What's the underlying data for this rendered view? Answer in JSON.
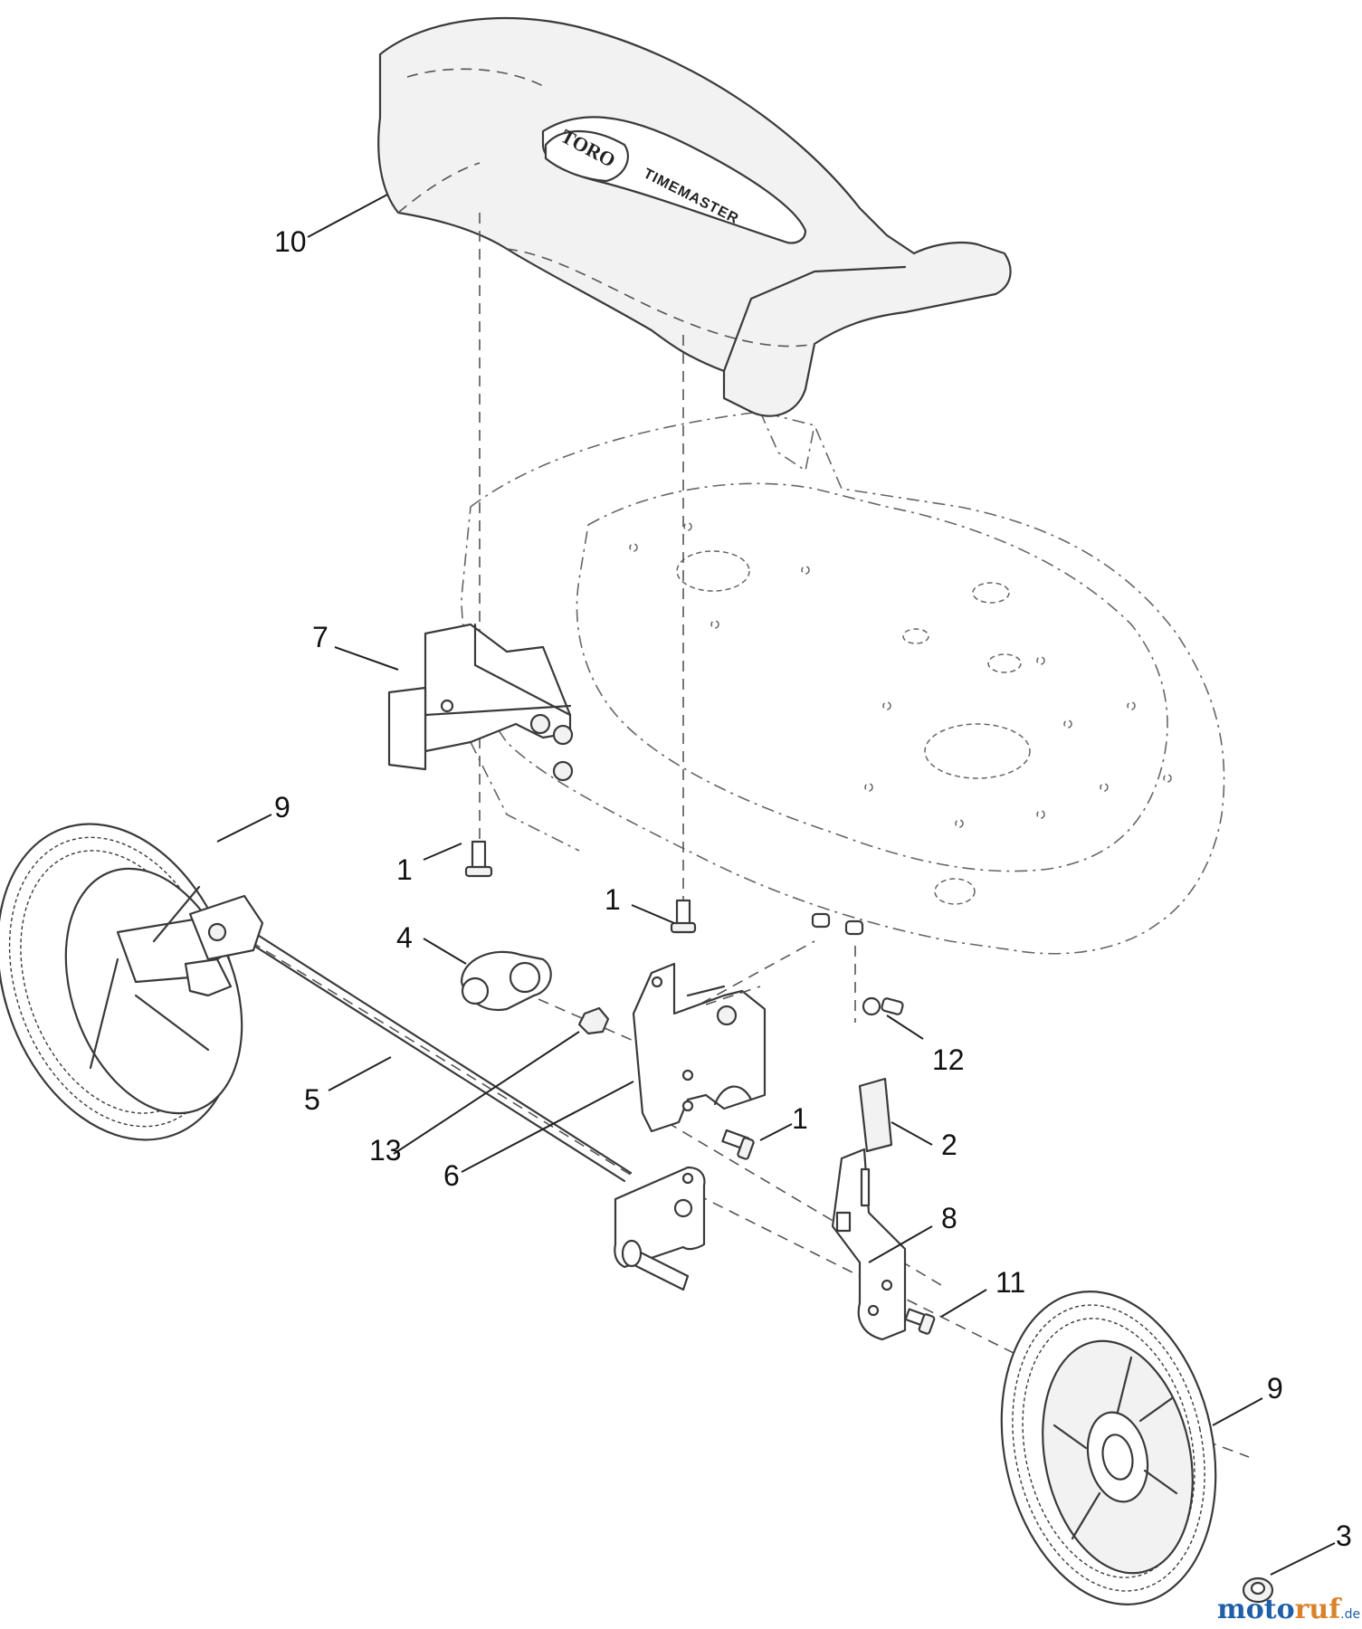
{
  "callouts": [
    {
      "id": "c10",
      "label": "10"
    },
    {
      "id": "c7",
      "label": "7"
    },
    {
      "id": "c9a",
      "label": "9"
    },
    {
      "id": "c1a",
      "label": "1"
    },
    {
      "id": "c1b",
      "label": "1"
    },
    {
      "id": "c4",
      "label": "4"
    },
    {
      "id": "c12",
      "label": "12"
    },
    {
      "id": "c5",
      "label": "5"
    },
    {
      "id": "c13",
      "label": "13"
    },
    {
      "id": "c6",
      "label": "6"
    },
    {
      "id": "c1c",
      "label": "1"
    },
    {
      "id": "c2",
      "label": "2"
    },
    {
      "id": "c8",
      "label": "8"
    },
    {
      "id": "c11",
      "label": "11"
    },
    {
      "id": "c9b",
      "label": "9"
    },
    {
      "id": "c3",
      "label": "3"
    }
  ],
  "logo": {
    "brand": "TORO",
    "model": "TIMEMASTER"
  },
  "watermark": {
    "part1": "moto",
    "part2": "ruf",
    "suffix": ".de"
  }
}
